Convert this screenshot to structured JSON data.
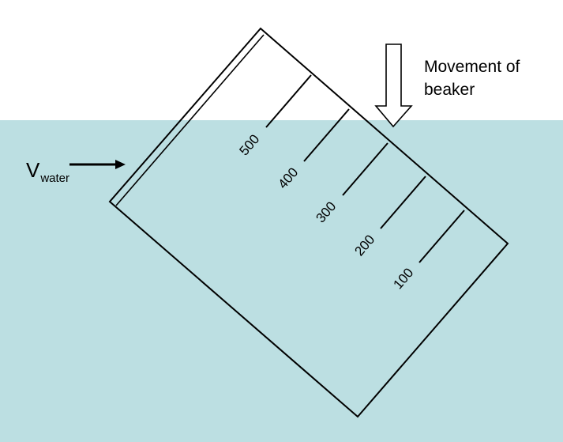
{
  "colors": {
    "water": "#bcdfe2",
    "background": "#ffffff",
    "stroke": "#000000"
  },
  "beaker": {
    "graduations": [
      "500",
      "400",
      "300",
      "200",
      "100"
    ]
  },
  "movement_label": {
    "line1": "Movement of",
    "line2": "beaker"
  },
  "water_volume_label": {
    "main": "V",
    "subscript": "water"
  },
  "icons": {
    "movement_arrow": "down-arrow-icon",
    "volume_arrow": "right-arrow-icon"
  }
}
